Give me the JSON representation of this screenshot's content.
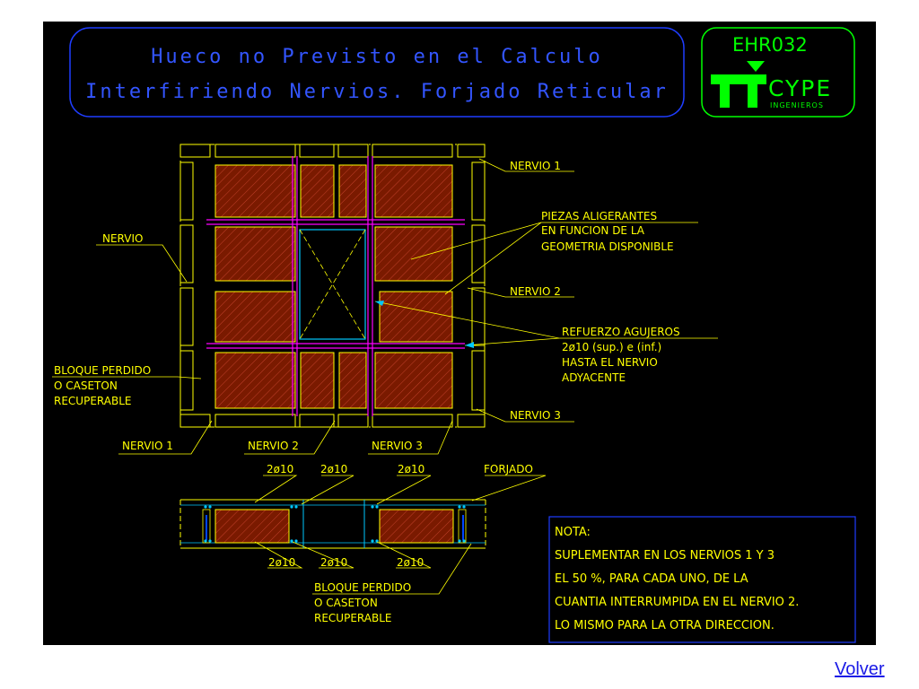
{
  "title": {
    "line1": "Hueco no Previsto en el Calculo",
    "line2": "Interfiriendo Nervios. Forjado Reticular"
  },
  "logo": {
    "code": "EHR032",
    "brand": "CYPE",
    "sub": "INGENIEROS"
  },
  "plan_labels": {
    "nervio_1_right": "NERVIO 1",
    "nervio_2_right": "NERVIO 2",
    "nervio_3_right": "NERVIO 3",
    "nervio_left": "NERVIO",
    "piezas_1": "PIEZAS ALIGERANTES",
    "piezas_2": "EN FUNCION DE LA",
    "piezas_3": "GEOMETRIA DISPONIBLE",
    "refuerzo_1": "REFUERZO AGUJEROS",
    "refuerzo_2": "2ø10 (sup.) e (inf.)",
    "refuerzo_3": "HASTA EL NERVIO",
    "refuerzo_4": "ADYACENTE",
    "bloque_1": "BLOQUE PERDIDO",
    "bloque_2": "O CASETON",
    "bloque_3": "RECUPERABLE",
    "nervio_1_bottom": "NERVIO 1",
    "nervio_2_bottom": "NERVIO 2",
    "nervio_3_bottom": "NERVIO 3"
  },
  "section_labels": {
    "top_1": "2ø10",
    "top_2": "2ø10",
    "top_3": "2ø10",
    "forjado": "FORJADO",
    "bot_1": "2ø10",
    "bot_2": "2ø10",
    "bot_3": "2ø10",
    "bloque_1": "BLOQUE PERDIDO",
    "bloque_2": "O CASETON",
    "bloque_3": "RECUPERABLE"
  },
  "nota": {
    "heading": "NOTA:",
    "line1": "SUPLEMENTAR EN LOS NERVIOS 1 Y 3",
    "line2": "EL 50 %, PARA CADA UNO, DE LA",
    "line3": "CUANTIA INTERRUMPIDA EN EL NERVIO 2.",
    "line4": "LO MISMO PARA LA OTRA DIRECCION."
  },
  "back_link": "Volver",
  "colors": {
    "background": "#000000",
    "outline": "#ffff00",
    "rebar": "#ff00ff",
    "hatch_fill": "#7a1a00",
    "reinforcement": "#00c8ff",
    "title": "#3355ff",
    "logo": "#00ff00"
  }
}
